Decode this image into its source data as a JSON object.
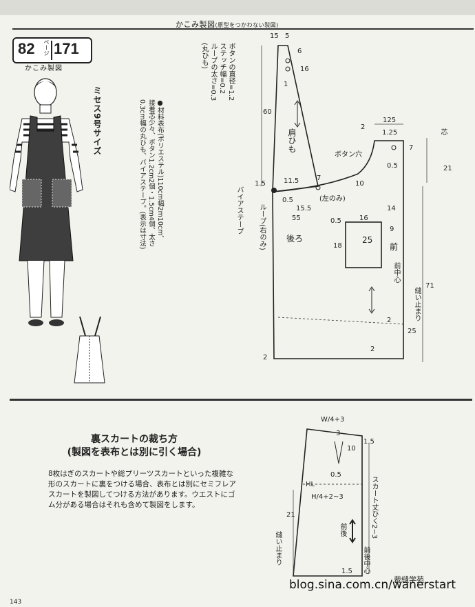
{
  "header": {
    "title": "かこみ製図",
    "subtitle": "(原型をつかわない製図)"
  },
  "badge": {
    "page_num": "82",
    "page_unit": "ページ",
    "item_num": "171",
    "caption": "かこみ製図"
  },
  "size_note": "ミセス9号サイズ",
  "materials": {
    "heading": "●材料",
    "lines": [
      "表布(ポリエステル)110cm幅2m10cm、",
      "接着芯少々、ボタン1.2cm2個・1.5cm4個、太さ",
      "0.3cm幅の丸ひも、バイアステープ。(表示は寸法)"
    ]
  },
  "notes": [
    "ボタンの直径=1.2",
    "ステッチ幅=0.2",
    "ループの太さ=0.3",
    "(丸ひも)"
  ],
  "pattern_labels": {
    "strap": "肩ひも",
    "back": "後ろ",
    "front": "前",
    "button_hole": "ボタン穴",
    "left_only": "(左のみ)",
    "loop_right": "ループ(右のみ)",
    "bias_tape": "バイアステープ",
    "front_center": "前中心",
    "sew_stop": "縫い止まり",
    "nums": {
      "n15a": "15",
      "n5": "5",
      "n6": "6",
      "n16": "16",
      "n1": "1",
      "n60": "60",
      "n125": "125",
      "n2a": "2",
      "n125b": "1.25",
      "n7a": "7",
      "n05a": "0.5",
      "n21": "21",
      "n10": "10",
      "n15b": "1.5",
      "n115": "11.5",
      "n7b": "7",
      "n05b": "0.5",
      "n155": "15.5",
      "n14": "14",
      "n55": "55",
      "n05c": "0.5",
      "n16b": "16",
      "n9": "9",
      "n25a": "25",
      "n18": "18",
      "n71": "71",
      "n2b": "2",
      "n25b": "25",
      "n2c": "2",
      "n2d": "2",
      "heart": "芯"
    }
  },
  "lining": {
    "title_line1": "裏スカートの裁ち方",
    "title_line2": "(製図を表布とは別に引く場合)",
    "body": "8枚はぎのスカートや総プリーツスカートといった複雑な形のスカートに裏をつける場合、表布とは別にセミフレアスカートを製図してつける方法があります。ウエストにゴム分がある場合はそれも含めて製図をします。"
  },
  "skirt_labels": {
    "w4": "W/4+3",
    "n3": "3",
    "n15": "1.5",
    "n10": "10",
    "n05": "0.5",
    "hl": "HL",
    "h4": "H/4+2~3",
    "n21": "21",
    "sew_stop": "縫い止まり",
    "front_back": "前後",
    "length": "スカート丈ひく2~3",
    "center": "前後中心",
    "n15b": "1.5"
  },
  "page_number": "143",
  "watermark": "blog.sina.com.cn/wanerstart",
  "watermark_badge": "裁縫学苑"
}
